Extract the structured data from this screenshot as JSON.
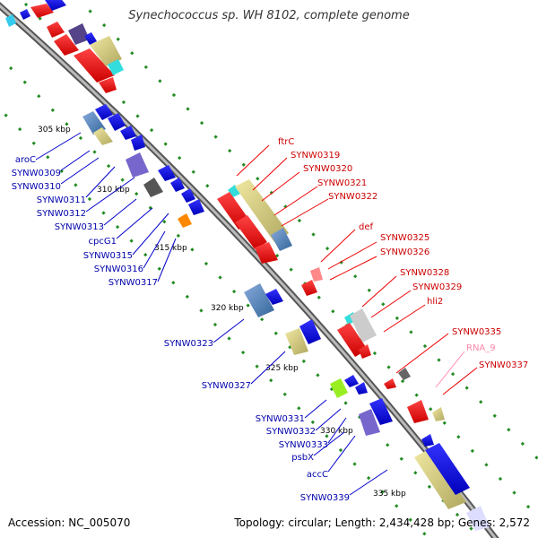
{
  "title": "Synechococcus sp. WH 8102, complete genome",
  "footer": {
    "accession": "Accession: NC_005070",
    "topology": "Topology: circular; Length: 2,434,428 bp; Genes: 2,572"
  },
  "ticks": [
    "305 kbp",
    "310 kbp",
    "315 kbp",
    "320 kbp",
    "325 kbp",
    "330 kbp",
    "335 kbp"
  ],
  "left_labels": [
    "aroC",
    "SYNW0309",
    "SYNW0310",
    "SYNW0311",
    "SYNW0312",
    "SYNW0313",
    "cpcG1",
    "SYNW0315",
    "SYNW0316",
    "SYNW0317",
    "SYNW0323",
    "SYNW0327",
    "SYNW0331",
    "SYNW0332",
    "SYNW0333",
    "psbX",
    "accC",
    "SYNW0339"
  ],
  "right_labels": [
    "ftrC",
    "SYNW0319",
    "SYNW0320",
    "SYNW0321",
    "SYNW0322",
    "def",
    "SYNW0325",
    "SYNW0326",
    "SYNW0328",
    "SYNW0329",
    "hli2",
    "SYNW0335",
    "RNA_9",
    "SYNW0337"
  ],
  "colors": {
    "forward_gene": "#0000ee",
    "reverse_gene": "#ee0000",
    "rna": "#ff88aa",
    "backbone": "#888888",
    "dots": "#228b22"
  }
}
